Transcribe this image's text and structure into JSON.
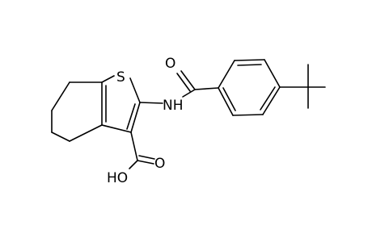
{
  "molecule": {
    "atom_labels": {
      "sulfur": "S",
      "amide_nitrogen": "NH",
      "carbonyl_oxygen": "O",
      "acid_oxygen_double": "O",
      "acid_hydroxyl": "HO"
    },
    "colors": {
      "background": "#ffffff",
      "bond": "#000000",
      "text": "#000000"
    }
  }
}
